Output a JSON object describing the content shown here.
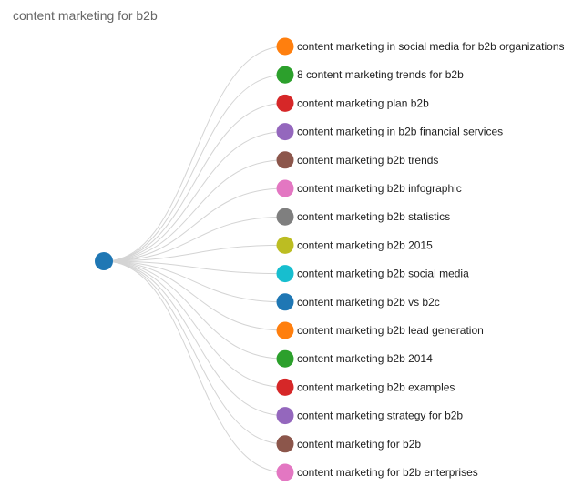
{
  "title": "content marketing for b2b",
  "root": {
    "label": "content marketing for b2b",
    "color": "#1f77b4"
  },
  "children": [
    {
      "label": "content marketing in social media for b2b organizations",
      "color": "#ff7f0e"
    },
    {
      "label": "8 content marketing trends for b2b",
      "color": "#2ca02c"
    },
    {
      "label": "content marketing plan b2b",
      "color": "#d62728"
    },
    {
      "label": "content marketing in b2b financial services",
      "color": "#9467bd"
    },
    {
      "label": "content marketing b2b trends",
      "color": "#8c564b"
    },
    {
      "label": "content marketing b2b infographic",
      "color": "#e377c2"
    },
    {
      "label": "content marketing b2b statistics",
      "color": "#7f7f7f"
    },
    {
      "label": "content marketing b2b 2015",
      "color": "#bcbd22"
    },
    {
      "label": "content marketing b2b social media",
      "color": "#17becf"
    },
    {
      "label": "content marketing b2b vs b2c",
      "color": "#1f77b4"
    },
    {
      "label": "content marketing b2b lead generation",
      "color": "#ff7f0e"
    },
    {
      "label": "content marketing b2b 2014",
      "color": "#2ca02c"
    },
    {
      "label": "content marketing b2b examples",
      "color": "#d62728"
    },
    {
      "label": "content marketing strategy for b2b",
      "color": "#9467bd"
    },
    {
      "label": "content marketing for b2b",
      "color": "#8c564b"
    },
    {
      "label": "content marketing for b2b enterprises",
      "color": "#e377c2"
    }
  ]
}
